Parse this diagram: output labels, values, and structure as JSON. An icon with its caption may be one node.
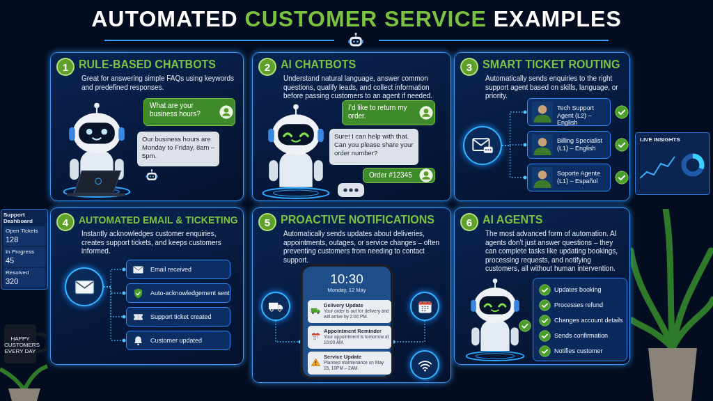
{
  "diagram": {
    "title": "AUTOMATED CUSTOMER SERVICE EXAMPLES",
    "nodes": [
      {
        "text": [
          "RULE-BASED CHATBOTS",
          "Great for answering simple FAQs using keywords and predefined responses."
        ]
      },
      {
        "text": [
          "1"
        ],
        "in": 0
      },
      {
        "text": [
          "What are your business hours?"
        ],
        "in": 0
      },
      {
        "text": [
          "Our business hours are Monday to Friday, 8am – 5pm."
        ],
        "in": 0
      },
      {
        "text": [
          "AI CHATBOTS",
          "Understand natural language, answer common questions, qualify leads, and collect information before passing customers to an agent if needed."
        ]
      },
      {
        "text": [
          "2"
        ],
        "in": 4
      },
      {
        "text": [
          "I’d like to return my order."
        ],
        "in": 4
      },
      {
        "text": [
          "Sure! I can help with that. Can you please share your order number?"
        ],
        "in": 4
      },
      {
        "text": [
          "Order #12345"
        ],
        "in": 4
      },
      {
        "text": [],
        "shape": "box",
        "in": 4
      },
      {
        "text": [
          "SMART TICKET ROUTING",
          "Automatically sends enquiries to the right support agent based on skills, language, or priority."
        ]
      },
      {
        "text": [
          "3"
        ],
        "in": 10
      },
      {
        "text": [],
        "shape": "circle",
        "in": 10
      },
      {
        "text": [
          "Tech Support Agent (L2) – English"
        ],
        "in": 10
      },
      {
        "text": [
          "Billing Specialist (L1) – English"
        ],
        "in": 10
      },
      {
        "text": [
          "Soporte Agente (L1) – Español"
        ],
        "in": 10
      },
      {
        "text": [
          "AUTOMATED EMAIL & TICKETING",
          "Instantly acknowledges customer enquiries, creates support tickets, and keeps customers informed."
        ]
      },
      {
        "text": [
          "4"
        ],
        "in": 16
      },
      {
        "text": [],
        "shape": "circle",
        "in": 16
      },
      {
        "text": [
          "Email received"
        ],
        "in": 16
      },
      {
        "text": [
          "Auto-acknowledgement sent"
        ],
        "in": 16
      },
      {
        "text": [
          "Support ticket created"
        ],
        "in": 16
      },
      {
        "text": [
          "Customer updated"
        ],
        "in": 16
      },
      {
        "text": [
          "PROACTIVE NOTIFICATIONS",
          "Automatically sends updates about deliveries, appointments, outages, or service changes – often preventing customers from needing to contact support."
        ]
      },
      {
        "text": [
          "5"
        ],
        "in": 23
      },
      {
        "text": [],
        "shape": "circle",
        "in": 23
      },
      {
        "text": [
          "10:30",
          "Monday, 12 May"
        ],
        "in": 23
      },
      {
        "text": [
          "Delivery Update",
          "Your order is out for delivery and will arrive by 2:00 PM."
        ],
        "in": 26
      },
      {
        "text": [
          "Appointment Reminder",
          "Your appointment is tomorrow at 10:00 AM."
        ],
        "in": 26
      },
      {
        "text": [
          "Service Update",
          "Planned maintenance on May 15, 10PM – 2AM."
        ],
        "in": 26
      },
      {
        "text": [],
        "shape": "circle",
        "in": 23
      },
      {
        "text": [],
        "shape": "circle",
        "in": 23
      },
      {
        "text": [
          "AI AGENTS",
          "The most advanced form of automation. AI agents don't just answer questions – they can complete tasks like updating bookings, processing requests, and notifying customers, all without human intervention."
        ]
      },
      {
        "text": [
          "6"
        ],
        "in": 32
      },
      {
        "text": [
          "Updates booking",
          "Processes refund",
          "Changes account details",
          "Sends confirmation",
          "Notifies customer"
        ],
        "in": 32
      }
    ],
    "edges": [
      {
        "from": 12,
        "to": 13,
        "arrow": "other",
        "style": "dashed"
      },
      {
        "from": 12,
        "to": 14,
        "arrow": "other",
        "style": "dashed"
      },
      {
        "from": 12,
        "to": 15,
        "arrow": "other",
        "style": "dashed"
      },
      {
        "from": 18,
        "to": 19,
        "arrow": "other",
        "style": "dashed"
      },
      {
        "from": 18,
        "to": 20,
        "arrow": "other",
        "style": "dashed"
      },
      {
        "from": 18,
        "to": 21,
        "arrow": "other",
        "style": "dashed"
      },
      {
        "from": 18,
        "to": 22,
        "arrow": "other",
        "style": "dashed"
      },
      {
        "from": 25,
        "to": 26,
        "arrow": "other",
        "style": "dashed"
      },
      {
        "from": 30,
        "to": 26,
        "arrow": "other",
        "style": "dashed"
      }
    ],
    "labels": [
      "Support Dashboard",
      "Open Tickets",
      "128",
      "In Progress",
      "45",
      "Resolved",
      "320",
      "LIVE INSIGHTS",
      "HAPPY CUSTOMERS EVERY DAY"
    ]
  }
}
